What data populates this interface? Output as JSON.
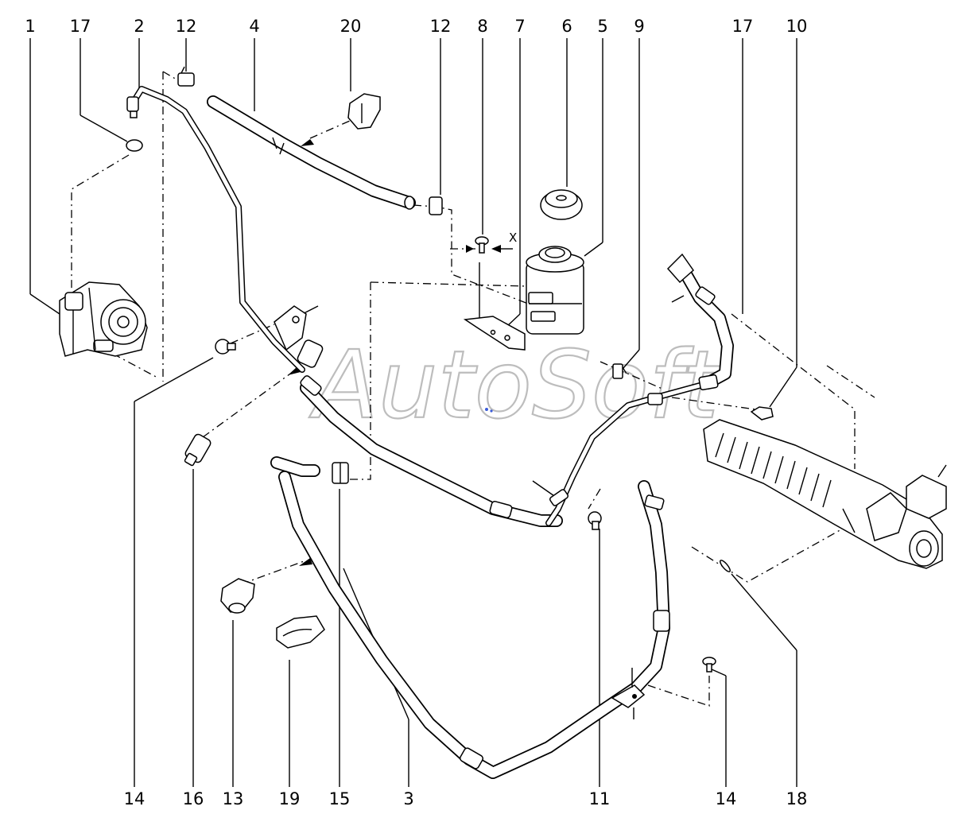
{
  "watermark": "AutoSoft",
  "view_marker": "X",
  "colors": {
    "lines": "#000000",
    "background": "#ffffff",
    "watermark_outline": "#bdbdbd",
    "dot_accent": "#3a5bd8"
  },
  "callouts_top": [
    "1",
    "17",
    "2",
    "12",
    "4",
    "20",
    "12",
    "8",
    "7",
    "6",
    "5",
    "9",
    "17",
    "10"
  ],
  "callouts_bottom": [
    "14",
    "16",
    "13",
    "19",
    "15",
    "3",
    "11",
    "14",
    "18"
  ],
  "parts": [
    {
      "name": "power-steering-pump",
      "callout": "1"
    },
    {
      "name": "high-pressure-pipe",
      "callout": "2"
    },
    {
      "name": "return-hose",
      "callout": "3"
    },
    {
      "name": "reservoir-supply-hose",
      "callout": "4"
    },
    {
      "name": "fluid-reservoir",
      "callout": "5"
    },
    {
      "name": "reservoir-cap",
      "callout": "6"
    },
    {
      "name": "reservoir-bracket",
      "callout": "7"
    },
    {
      "name": "bracket-screw",
      "callout": "8"
    },
    {
      "name": "pipe-clip",
      "callout": "9"
    },
    {
      "name": "union-bolt",
      "callout": "10"
    },
    {
      "name": "bolt",
      "callout": "11"
    },
    {
      "name": "hose-clamp",
      "callout": "12"
    },
    {
      "name": "hose-clamp",
      "callout": "13"
    },
    {
      "name": "bolt",
      "callout": "14"
    },
    {
      "name": "hose-clamp",
      "callout": "15"
    },
    {
      "name": "pressure-switch",
      "callout": "16"
    },
    {
      "name": "seal-ring",
      "callout": "17"
    },
    {
      "name": "seal-ring",
      "callout": "18"
    },
    {
      "name": "hose-clamp",
      "callout": "19"
    },
    {
      "name": "hose-clip",
      "callout": "20"
    },
    {
      "name": "steering-rack",
      "callout": ""
    }
  ]
}
